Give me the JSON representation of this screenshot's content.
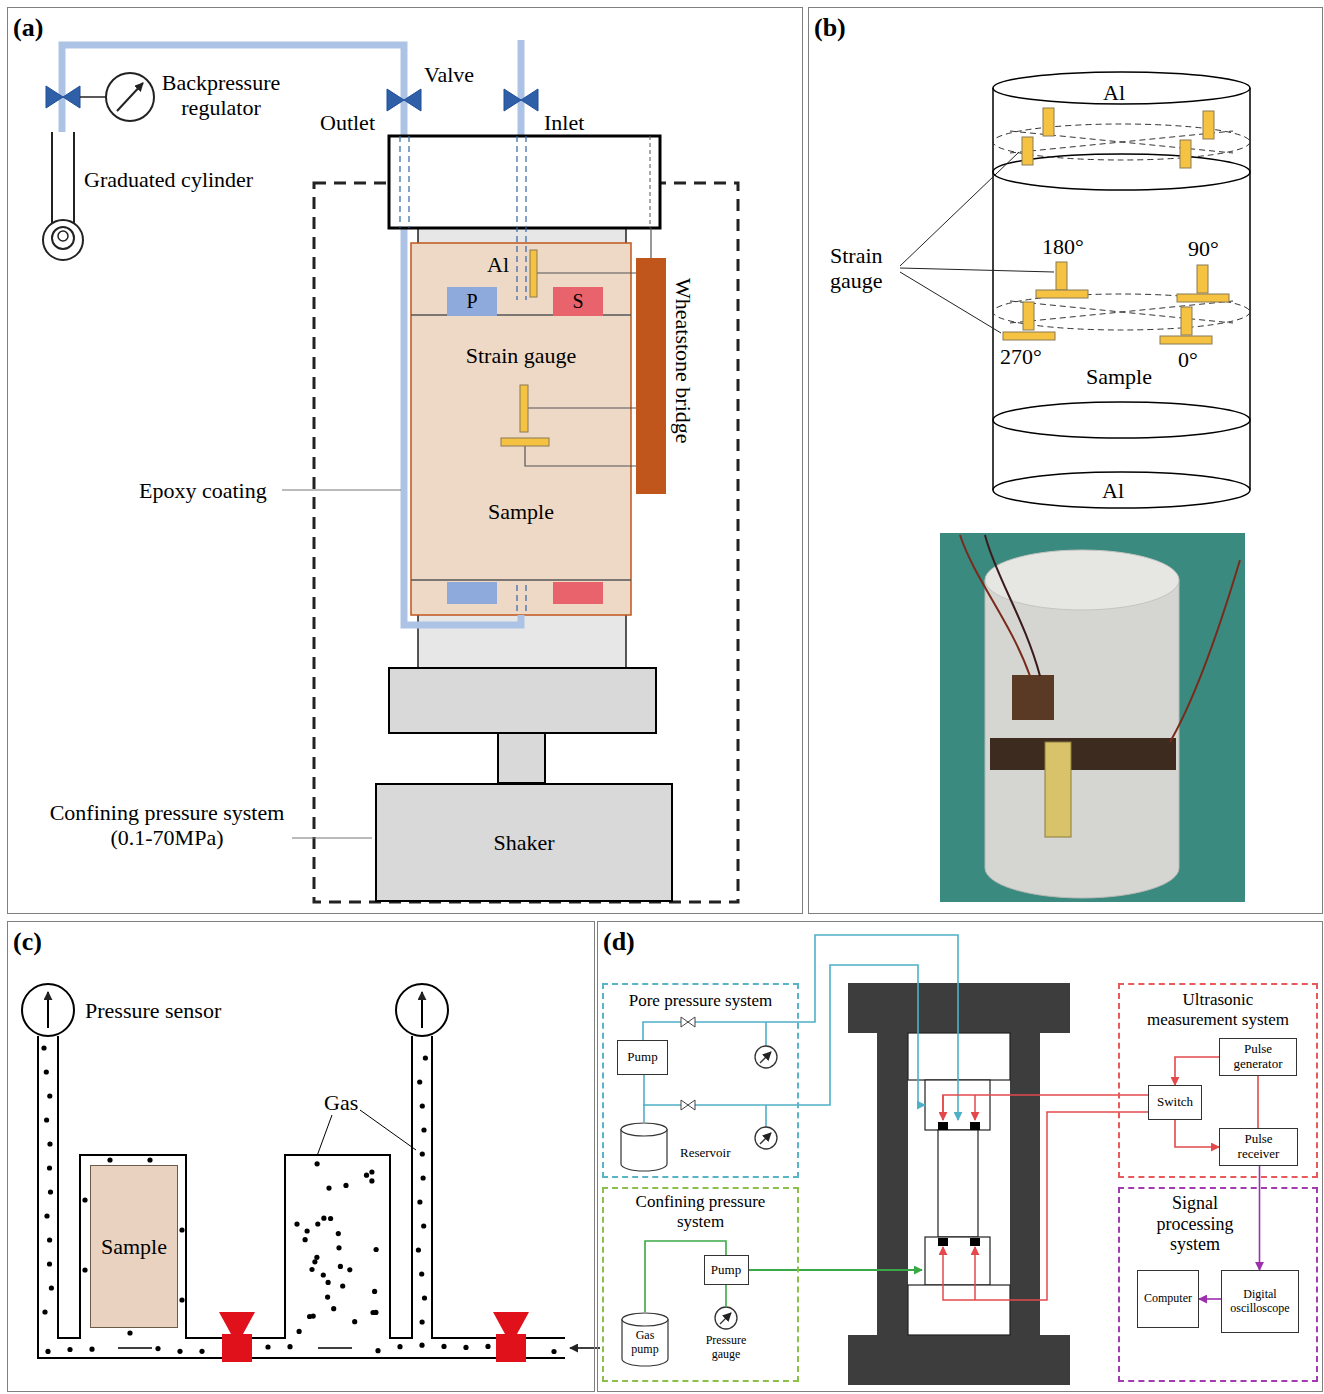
{
  "diagram": {
    "nodes": [
      {
        "text": [
          "(a)"
        ]
      },
      {
        "text": [
          "Al"
        ],
        "in": 0
      },
      {
        "text": [
          "P"
        ],
        "in": 1
      },
      {
        "text": [
          "S"
        ],
        "in": 1
      },
      {
        "text": [
          "Strain gauge",
          "Sample"
        ],
        "in": 0
      },
      {
        "text": [
          "Wheatstone bridge"
        ],
        "in": 0
      },
      {
        "text": [
          "Shaker"
        ],
        "in": 0
      },
      {
        "text": [
          "(b)"
        ]
      },
      {
        "text": [
          "(c)"
        ]
      },
      {
        "text": [
          "Sample"
        ],
        "in": 8
      },
      {
        "text": [
          "(d)"
        ]
      },
      {
        "text": [
          "Pore pressure system"
        ],
        "in": 10
      },
      {
        "text": [
          "Pump"
        ],
        "in": 11
      },
      {
        "text": [
          "Reservoir"
        ],
        "in": 11
      },
      {
        "text": [
          "Confining pressure system"
        ],
        "in": 10
      },
      {
        "text": [
          "Pump"
        ],
        "in": 14
      },
      {
        "text": [
          "Gas pump"
        ],
        "in": 14
      },
      {
        "text": [
          "Ultrasonic measurement system"
        ],
        "in": 10
      },
      {
        "text": [
          "Pulse generator"
        ],
        "in": 17
      },
      {
        "text": [
          "Switch"
        ],
        "in": 17
      },
      {
        "text": [
          "Pulse receiver"
        ],
        "in": 17
      },
      {
        "text": [
          "Signal processing system"
        ],
        "in": 10
      },
      {
        "text": [
          "Computer"
        ],
        "in": 21
      },
      {
        "text": [
          "Digital oscilloscope"
        ],
        "in": 21
      }
    ],
    "edges": [
      {
        "from": 12,
        "to": 13,
        "arrow": "none"
      },
      {
        "from": 16,
        "to": 15,
        "arrow": "none"
      },
      {
        "from": 18,
        "to": 19,
        "arrow": "to"
      },
      {
        "from": 19,
        "to": 20,
        "arrow": "to"
      },
      {
        "from": 18,
        "to": 20,
        "arrow": "none"
      },
      {
        "from": 20,
        "to": 23,
        "arrow": "to"
      },
      {
        "from": 23,
        "to": 22,
        "arrow": "to"
      }
    ],
    "labels": [
      "Backpressure regulator",
      "Valve",
      "Outlet",
      "Inlet",
      "Graduated cylinder",
      "Epoxy coating",
      "Confining pressure system (0.1-70MPa)",
      "Al",
      "Strain gauge",
      "180°",
      "90°",
      "270°",
      "0°",
      "Sample",
      "Al",
      "Pressure sensor",
      "Gas",
      "Pressure gauge"
    ]
  }
}
